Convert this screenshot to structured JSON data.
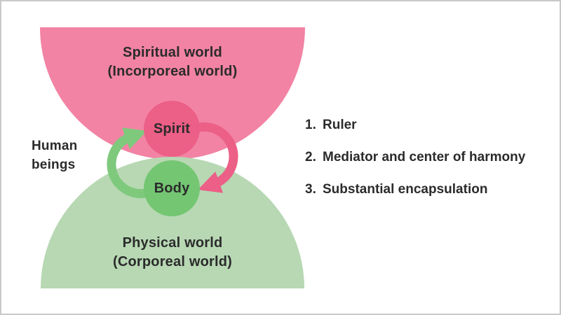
{
  "colors": {
    "spiritual_world_fill": "#F283A4",
    "physical_world_fill": "#B7D8B3",
    "spirit_circle_fill": "#EC5F86",
    "body_circle_fill": "#74C673",
    "arrow_green": "#7FC97D",
    "arrow_pink": "#EC5F86",
    "text": "#2B2B2B",
    "border": "#C9C9C9"
  },
  "diagram": {
    "spiritual_world_line1": "Spiritual world",
    "spiritual_world_line2": "(Incorporeal world)",
    "physical_world_line1": "Physical world",
    "physical_world_line2": "(Corporeal world)",
    "spirit_label": "Spirit",
    "body_label": "Body",
    "human_beings_line1": "Human",
    "human_beings_line2": "beings"
  },
  "list": {
    "items": [
      {
        "number": "1.",
        "text": "Ruler"
      },
      {
        "number": "2.",
        "text": "Mediator and center of harmony"
      },
      {
        "number": "3.",
        "text": "Substantial encapsulation"
      }
    ]
  }
}
